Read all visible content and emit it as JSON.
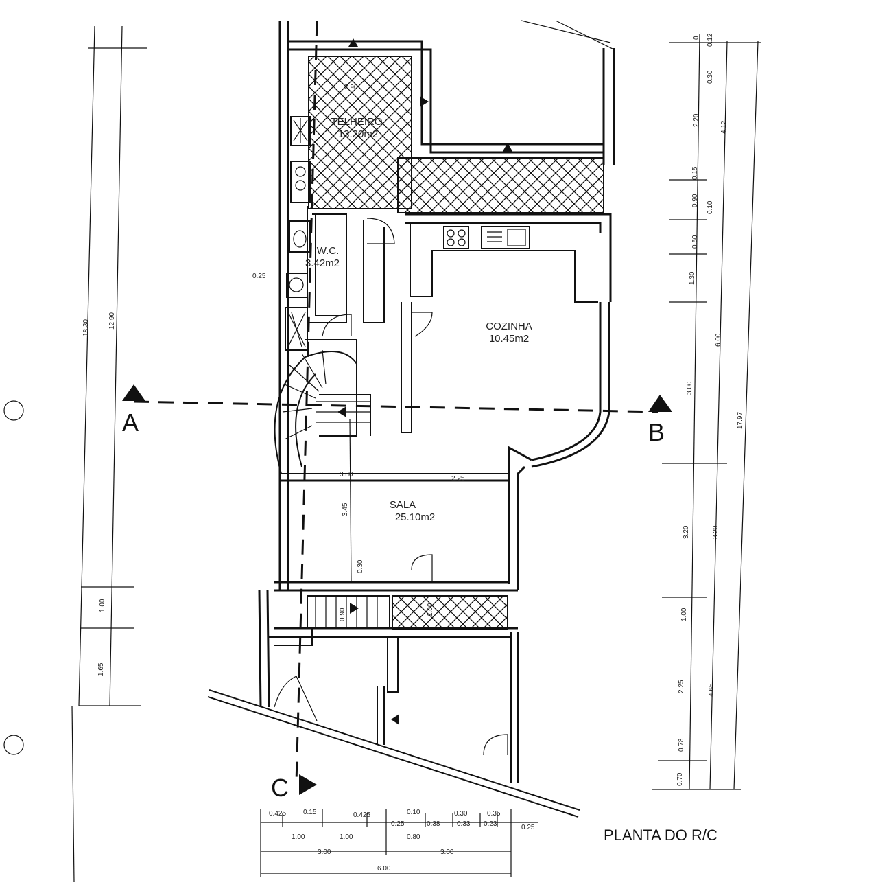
{
  "drawing": {
    "title": "PLANTA DO R/C",
    "rooms": [
      {
        "name": "TELHEIRO",
        "area": "13.20m2"
      },
      {
        "name": "W.C.",
        "area": "3.42m2"
      },
      {
        "name": "COZINHA",
        "area": "10.45m2"
      },
      {
        "name": "SALA",
        "area": "25.10m2"
      }
    ],
    "section_labels": {
      "a": "A",
      "b": "B",
      "c": "C"
    },
    "right_dims": {
      "inner": [
        "0",
        "0.12",
        "0.30",
        "2.20",
        "0.15",
        "0.90",
        "0.10",
        "0.50",
        "1.30",
        "3.00",
        "3.20",
        "1.00",
        "2.25",
        "0.78",
        "0.70"
      ],
      "outer": [
        "4.12",
        "6.00",
        "3.20",
        "4.65",
        "17.97"
      ]
    },
    "left_dims": [
      "18.30",
      "12.90",
      "1.00",
      "1.65"
    ],
    "interior_dims": [
      "2.90",
      "0.25",
      "3.80",
      "2.25",
      "3.45",
      "0.30",
      "0.90",
      "1.00"
    ],
    "bottom_dims": {
      "row1": [
        "0.425",
        "0.15",
        "0.425",
        "0.10",
        "0.25",
        "0.38",
        "0.30",
        "0.35",
        "0.33",
        "0.23",
        "0.25"
      ],
      "row2": [
        "1.00",
        "1.00",
        "0.80"
      ],
      "row3": [
        "3.00",
        "3.00"
      ],
      "row4": [
        "6.00"
      ]
    }
  }
}
